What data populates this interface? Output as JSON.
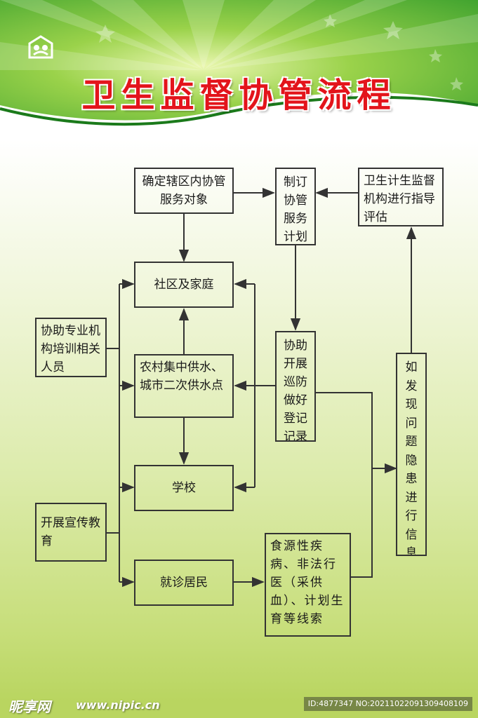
{
  "title": "卫生监督协管流程",
  "boxes": {
    "determine_objects": "确定辖区内协管服务对象",
    "make_plan": "制订协管服务计划",
    "guidance": "卫生计生监督机构进行指导评估",
    "community": "社区及家庭",
    "assist_training": "协助专业机构培训相关人员",
    "patrol": "协助开展巡防做好登记记录",
    "water_supply": "农村集中供水、城市二次供水点",
    "report": "如发现问题隐患进行信息报告",
    "school": "学校",
    "education": "开展宣传教育",
    "clues": "食源性疾病、非法行医（采供血）、计划生育等线索",
    "patients": "就诊居民"
  },
  "footer": {
    "brand": "昵享网",
    "url": "www.nipic.cn",
    "image_id": "ID:4877347 NO:20211022091309408109"
  },
  "colors": {
    "title": "#e3141b",
    "header_green": "#3aa329",
    "line": "#333333"
  },
  "icons": [
    "logo-icon"
  ]
}
